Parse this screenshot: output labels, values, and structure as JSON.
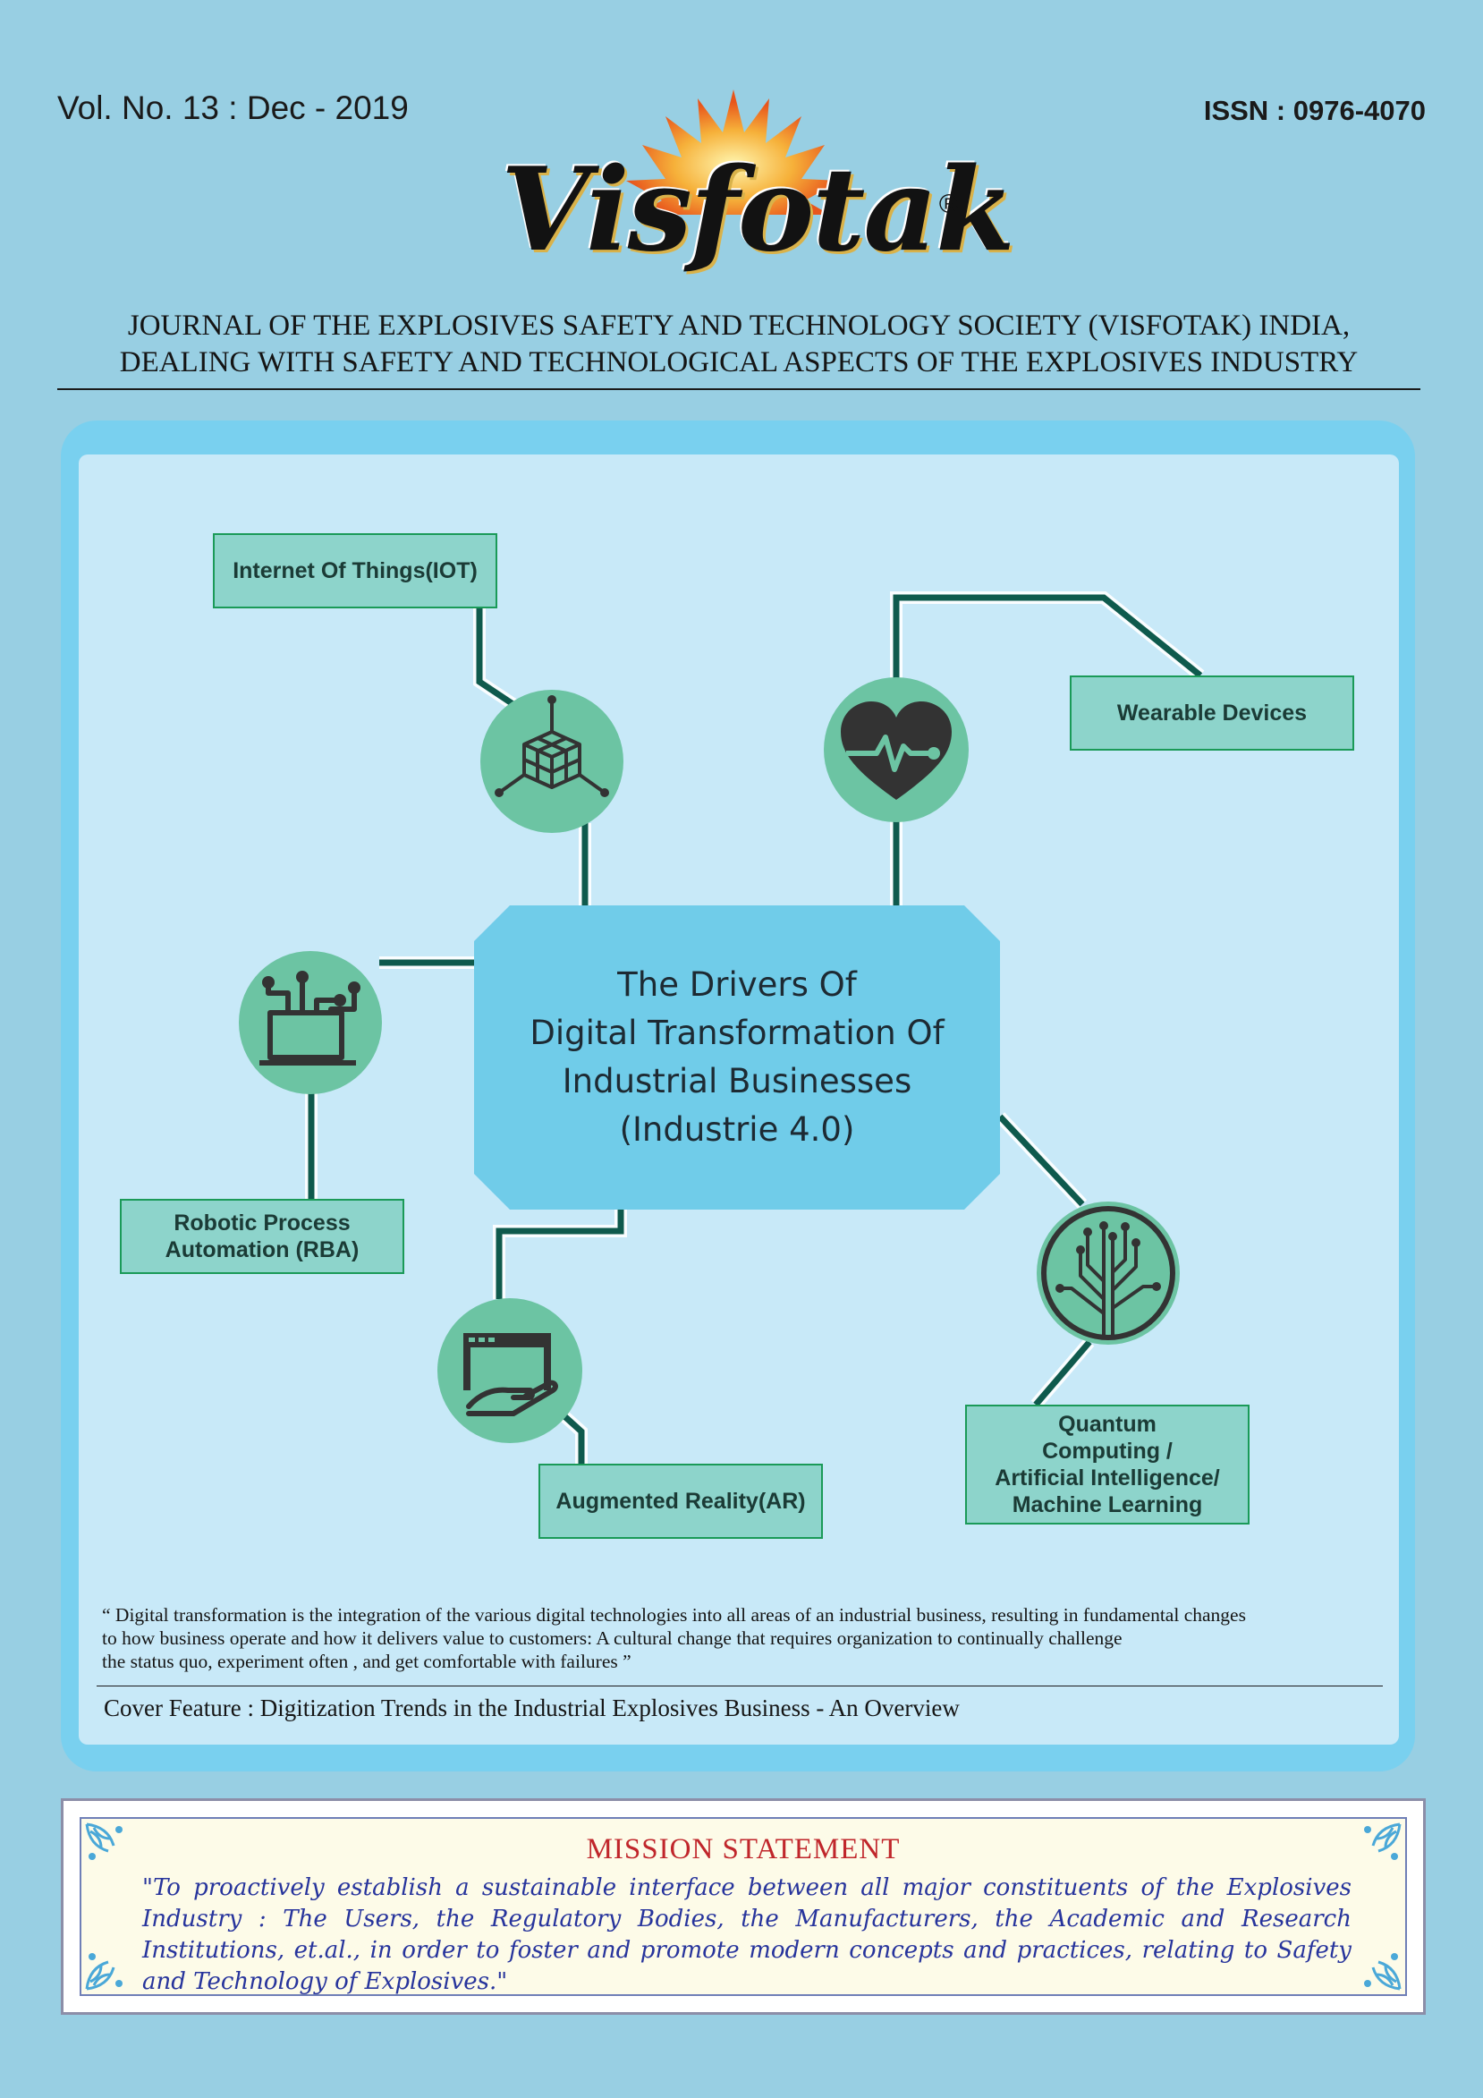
{
  "header": {
    "volume": "Vol. No. 13 : Dec - 2019",
    "issn": "ISSN : 0976-4070",
    "logo_text": "Visfotak",
    "logo_mark": "®",
    "journal_line1": "JOURNAL OF THE EXPLOSIVES SAFETY AND TECHNOLOGY SOCIETY (VISFOTAK) INDIA,",
    "journal_line2": "DEALING WITH SAFETY AND TECHNOLOGICAL ASPECTS OF THE EXPLOSIVES INDUSTRY"
  },
  "diagram": {
    "center": {
      "line1": "The Drivers Of",
      "line2": "Digital Transformation Of",
      "line3": "Industrial Businesses",
      "line4": "(Industrie 4.0)"
    },
    "nodes": {
      "iot": "Internet Of Things(IOT)",
      "wearable": "Wearable Devices",
      "rpa_line1": "Robotic Process",
      "rpa_line2": "Automation (RBA)",
      "ar": "Augmented Reality(AR)",
      "quantum_line1": "Quantum",
      "quantum_line2": "Computing /",
      "quantum_line3": "Artificial Intelligence/",
      "quantum_line4": "Machine Learning"
    },
    "icons": {
      "iot": "cube-network-icon",
      "wearable": "heart-pulse-icon",
      "rpa": "circuit-monitor-icon",
      "ar": "hand-window-icon",
      "quantum": "tree-circuit-icon"
    },
    "colors": {
      "circle": "#6cc4a3",
      "connector": "#0f5a4d",
      "center_box": "#70cce9",
      "node_box": "#8dd4cb"
    }
  },
  "quote": {
    "line1": "“ Digital  transformation  is the integration of the various digital technologies into all areas of an industrial business, resulting in fundamental changes",
    "line2": "to how  business operate and how it delivers value to customers:  A cultural change that requires organization to continually challenge",
    "line3": "the status quo, experiment often , and get comfortable with failures ”"
  },
  "cover_feature": "Cover Feature : Digitization Trends in the Industrial Explosives Business  -  An Overview",
  "mission": {
    "title": "MISSION STATEMENT",
    "text": "\"To proactively establish a sustainable interface between all major constituents of the Explosives Industry : The Users, the Regulatory Bodies, the Manufacturers, the Academic and Research Institutions, et.al., in order to foster and promote modern concepts and practices, relating to Safety and Technology of Explosives.\""
  }
}
